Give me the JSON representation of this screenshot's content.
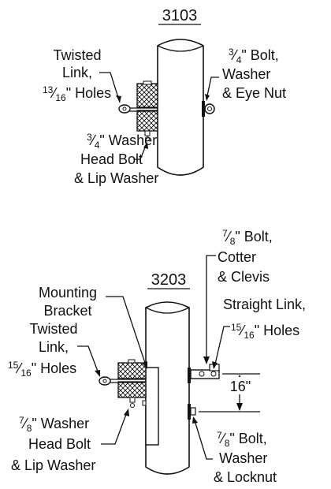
{
  "figure_1": {
    "title": "3103",
    "callouts": {
      "twisted_link": {
        "line1": "Twisted",
        "line2": "Link,",
        "hole_num": "13",
        "hole_den": "16",
        "hole_rest": "\" Holes"
      },
      "bolt_eye_nut": {
        "num": "3",
        "den": "4",
        "line1_rest": "\" Bolt,",
        "line2": "Washer",
        "line3": "& Eye Nut"
      },
      "washer_head_bolt": {
        "num": "3",
        "den": "4",
        "line1_rest": "\" Washer",
        "line2": "Head Bolt",
        "line3": "& Lip Washer"
      }
    }
  },
  "figure_2": {
    "title": "3203",
    "callouts": {
      "bolt_cotter_clevis": {
        "num": "7",
        "den": "8",
        "line1_rest": "\" Bolt,",
        "line2": "Cotter",
        "line3": "& Clevis"
      },
      "mounting_bracket": {
        "line1": "Mounting",
        "line2": "Bracket"
      },
      "straight_link": {
        "line1": "Straight Link,",
        "hole_num": "15",
        "hole_den": "16",
        "hole_rest": "\" Holes"
      },
      "twisted_link": {
        "line1": "Twisted",
        "line2": "Link,",
        "hole_num": "15",
        "hole_den": "16",
        "hole_rest": "\" Holes"
      },
      "spacing": {
        "value": "16\""
      },
      "washer_head_bolt": {
        "num": "7",
        "den": "8",
        "line1_rest": "\" Washer",
        "line2": "Head Bolt",
        "line3": "& Lip Washer"
      },
      "bolt_locknut": {
        "num": "7",
        "den": "8",
        "line1_rest": "\" Bolt,",
        "line2": "Washer",
        "line3": "& Locknut"
      }
    }
  }
}
